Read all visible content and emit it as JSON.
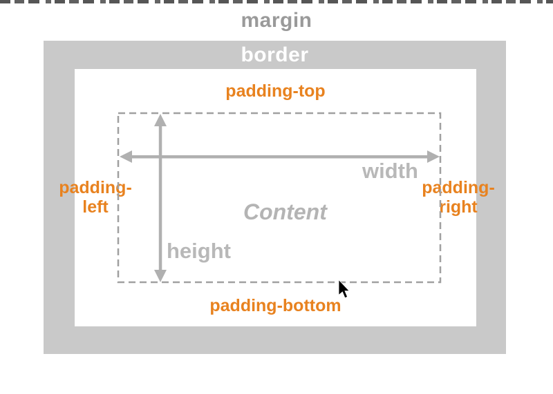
{
  "box_model": {
    "margin_label": "margin",
    "border_label": "border",
    "padding_top_label": "padding-top",
    "padding_bottom_label": "padding-bottom",
    "padding_left_line1": "padding-",
    "padding_left_line2": "left",
    "padding_right_line1": "padding-",
    "padding_right_line2": "right",
    "width_label": "width",
    "height_label": "height",
    "content_label": "Content",
    "colors": {
      "border_area": "#c9c9c9",
      "margin_text": "#9a9a9a",
      "border_text": "#ffffff",
      "padding_text": "#e8821f",
      "dimension_text": "#b8b8b8",
      "arrow": "#b0b0b0",
      "dashed_outline": "#a0a0a0",
      "cursor": "#000000"
    }
  }
}
